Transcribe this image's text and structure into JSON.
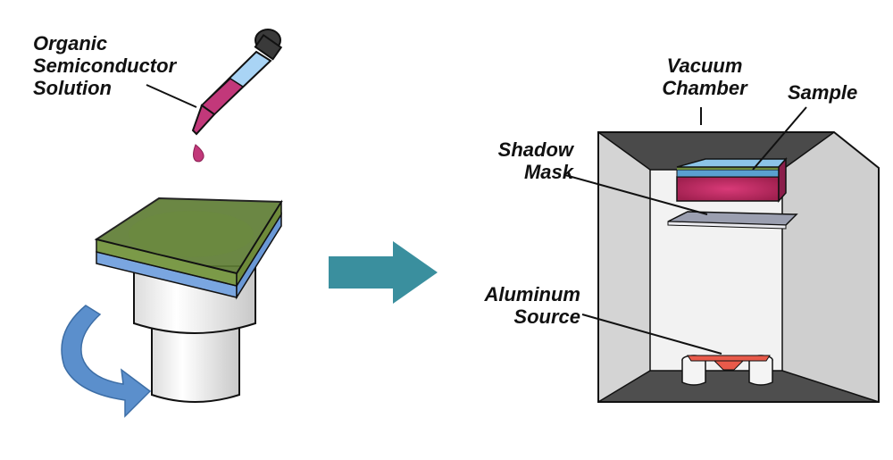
{
  "left_panel": {
    "solution_label": {
      "line1": "Organic",
      "line2": "Semiconductor",
      "line3": "Solution"
    }
  },
  "right_panel": {
    "chamber_label": {
      "line1": "Vacuum",
      "line2": "Chamber"
    },
    "sample_label": "Sample",
    "mask_label": {
      "line1": "Shadow",
      "line2": "Mask"
    },
    "source_label": {
      "line1": "Aluminum",
      "line2": "Source"
    }
  },
  "colors": {
    "solution": "#c2387a",
    "substrate_green": "#6e8a3a",
    "substrate_blue": "#7aa6e0",
    "arrow": "#3a8f9e",
    "rotation_arrow": "#5b8fcc",
    "chamber_wall": "#d9d9d9",
    "chamber_dark": "#5a5a5a",
    "aluminum_source": "#e85a4a"
  },
  "icons": {
    "dropper": "pipette-icon",
    "spin_coater": "spin-coater-icon",
    "process_arrow": "right-arrow-icon",
    "rotation": "rotation-arrow-icon"
  }
}
